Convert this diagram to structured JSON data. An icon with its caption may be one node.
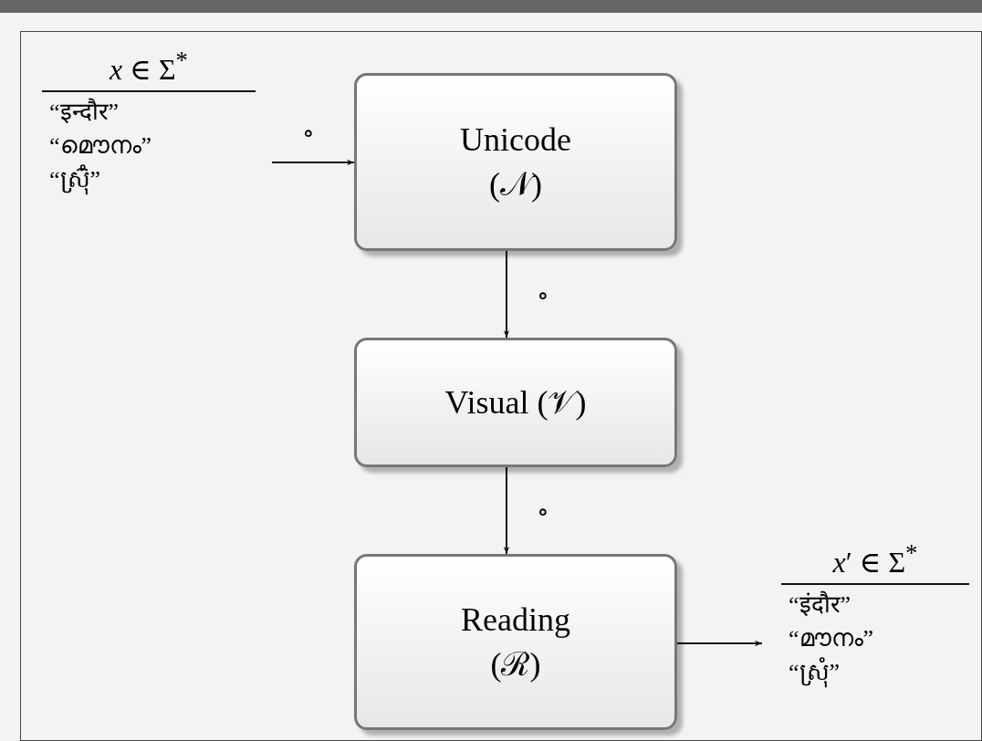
{
  "diagram": {
    "nodes": [
      {
        "text": [
          "*x* ∈ Σ$^{*}$",
          "“इन्दौर”",
          "“മൌനം”",
          "“ស៊្រុំ”"
        ]
      },
      {
        "text": [
          "Unicode (𝒩)"
        ]
      },
      {
        "text": [
          "Visual (𝒱)"
        ]
      },
      {
        "text": [
          "Reading (ℛ)"
        ]
      },
      {
        "text": [
          "*x*′ ∈ Σ$^{*}$",
          "“इंदौर”",
          "“മൗനം”",
          "“ស្រុំ”"
        ]
      }
    ],
    "edges": [
      {
        "from": 0,
        "to": 1,
        "arrow": "to",
        "label": "∘"
      },
      {
        "from": 1,
        "to": 2,
        "arrow": "to",
        "label": "∘"
      },
      {
        "from": 2,
        "to": 3,
        "arrow": "to",
        "label": "∘"
      },
      {
        "from": 3,
        "to": 4,
        "arrow": "to"
      }
    ]
  }
}
